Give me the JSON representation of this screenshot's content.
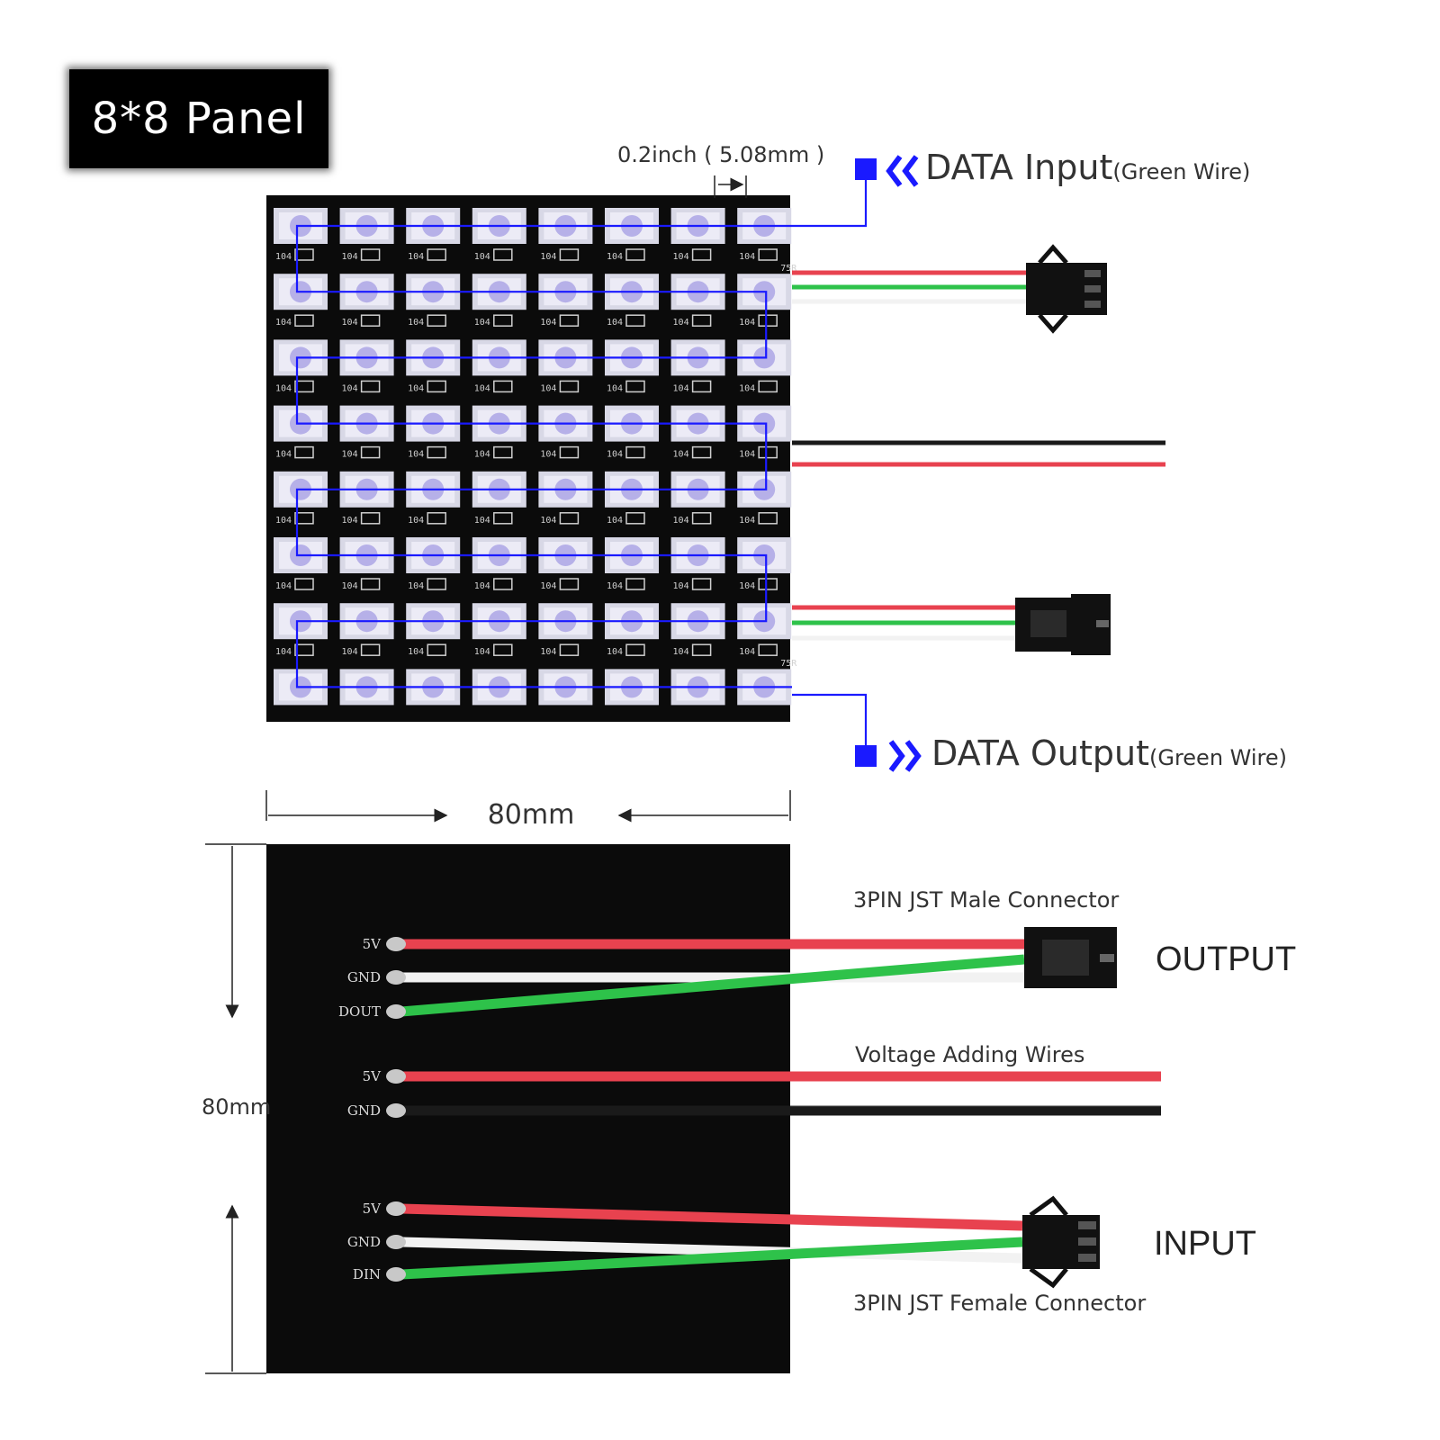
{
  "title": "8*8 Panel",
  "spacing_label": "0.2inch ( 5.08mm )",
  "data_input": {
    "main": "DATA Input",
    "sub": "(Green Wire)",
    "arrow_icon": "double-chevron-left-icon"
  },
  "data_output": {
    "main": "DATA Output",
    "sub": "(Green Wire)",
    "arrow_icon": "double-chevron-right-icon"
  },
  "dimensions": {
    "width": "80mm",
    "height": "80mm"
  },
  "led_grid": {
    "rows": 8,
    "cols": 8,
    "resistor_code": "104",
    "resistor_alt": "75R"
  },
  "back": {
    "output_section": {
      "label": "OUTPUT",
      "connector": "3PIN JST Male Connector",
      "pins": [
        "5V",
        "GND",
        "DOUT"
      ]
    },
    "voltage_section": {
      "label": "Voltage Adding Wires",
      "pins": [
        "5V",
        "GND"
      ]
    },
    "input_section": {
      "label": "INPUT",
      "connector": "3PIN JST Female Connector",
      "pins": [
        "5V",
        "GND",
        "DIN"
      ]
    }
  },
  "colors": {
    "board": "#0b0b0b",
    "trace": "#1a1aff",
    "wire_red": "#e8424f",
    "wire_green": "#2ec24a",
    "wire_white": "#f2f2f2",
    "wire_black": "#1a1a1a",
    "led_pad": "#d8d8e6",
    "led_core": "#b6b0e8"
  }
}
